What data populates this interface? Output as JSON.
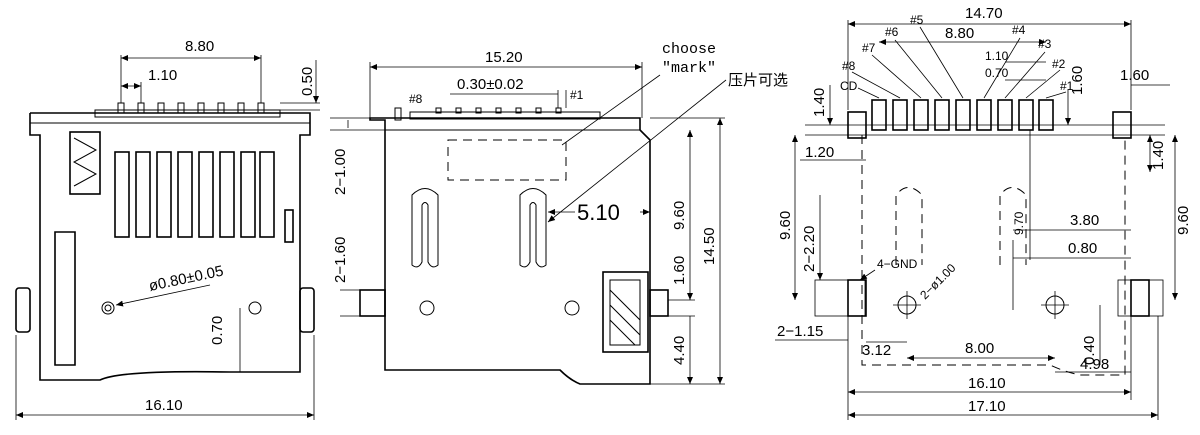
{
  "left_view": {
    "dims": {
      "top_width": "8.80",
      "pitch": "1.10",
      "height_top": "0.50",
      "hole": "ø0.80±0.05",
      "offset": "0.70",
      "overall_width": "16.10"
    }
  },
  "middle_view": {
    "dims": {
      "overall_width": "15.20",
      "tolerance": "0.30±0.02",
      "pin_first": "#1",
      "pin_last": "#8",
      "left_a": "2−1.00",
      "left_b": "2−1.60",
      "h1": "9.60",
      "h2": "14.50",
      "h3": "1.60",
      "h4": "4.40",
      "mark_dist": "5.10"
    },
    "notes": {
      "choose": "choose",
      "mark": "\"mark\"",
      "chinese": "压片可选"
    }
  },
  "right_view": {
    "dims": {
      "overall_width": "14.70",
      "span": "8.80",
      "pitch": "1.10",
      "pitch2": "0.70",
      "left_h": "1.40",
      "right_top": "1.60",
      "right_small": "1.60",
      "left_w": "1.20",
      "right_h": "1.40",
      "left_v": "9.60",
      "left_v2": "2−2.20",
      "center_v": "9.70",
      "right_v": "9.60",
      "right_a": "3.80",
      "right_b": "0.80",
      "gnd": "4−GND",
      "holes": "2−ø1.00",
      "pad": "2−1.15",
      "pad_off": "3.12",
      "hole_span": "8.00",
      "small_v": "0.40",
      "right_off": "4.98",
      "inner_width": "16.10",
      "outer_width": "17.10"
    },
    "pins": {
      "cd": "CD",
      "p1": "#1",
      "p2": "#2",
      "p3": "#3",
      "p4": "#4",
      "p5": "#5",
      "p6": "#6",
      "p7": "#7",
      "p8": "#8"
    }
  }
}
